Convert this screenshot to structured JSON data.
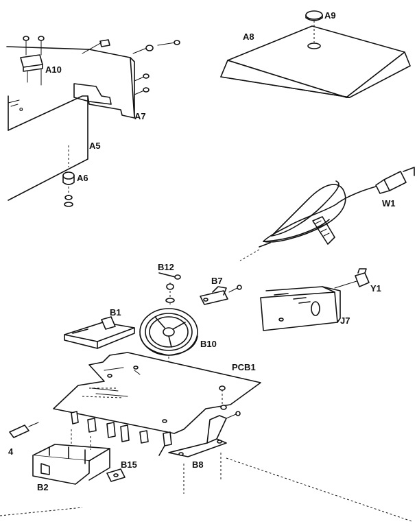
{
  "labels": {
    "a9": "A9",
    "a8": "A8",
    "a10": "A10",
    "a7": "A7",
    "a5": "A5",
    "a6": "A6",
    "w1": "W1",
    "b12": "B12",
    "b7": "B7",
    "y1": "Y1",
    "j7": "J7",
    "b1": "B1",
    "b10": "B10",
    "pcb1": "PCB1",
    "b4": "4",
    "b15": "B15",
    "b8": "B8",
    "b2": "B2"
  }
}
